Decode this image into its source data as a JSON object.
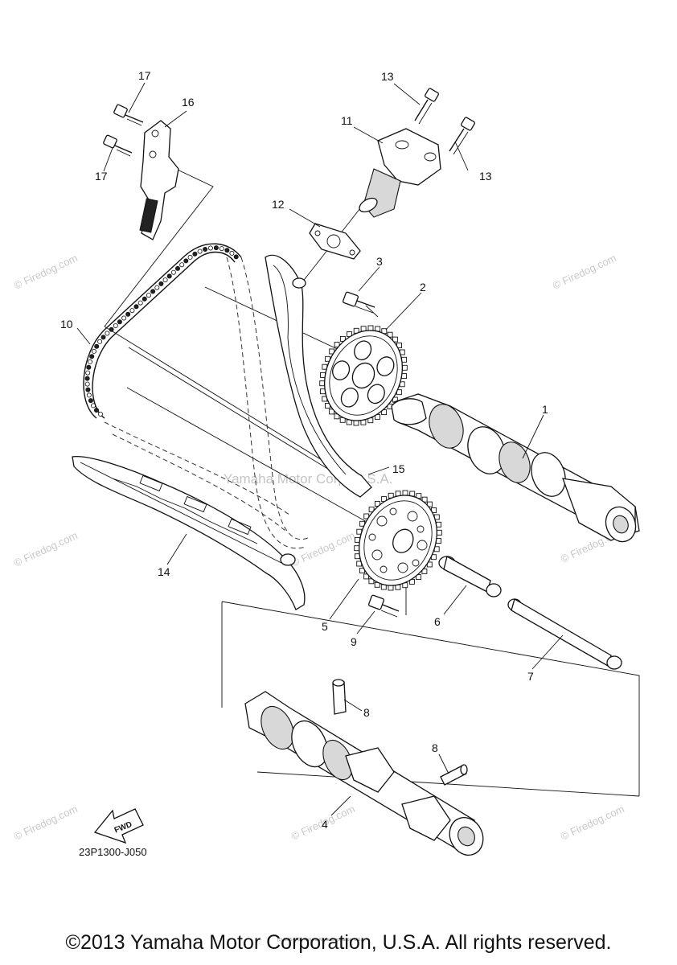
{
  "diagram": {
    "callouts": {
      "p1": "1",
      "p2": "2",
      "p3": "3",
      "p4": "4",
      "p5": "5",
      "p6": "6",
      "p7": "7",
      "p8a": "8",
      "p8b": "8",
      "p9": "9",
      "p10": "10",
      "p11": "11",
      "p12": "12",
      "p13a": "13",
      "p13b": "13",
      "p14": "14",
      "p15": "15",
      "p16": "16",
      "p17a": "17",
      "p17b": "17"
    },
    "diagram_code": "23P1300-J050",
    "fwd_label": "FWD",
    "center_watermark": "Yamaha Motor Corp, U.S.A.",
    "firedog_watermark": "© Firedog.com",
    "tiny_notice": "(c) 2005-2015 Yamaha Motor Corporation, U.S.A."
  },
  "footer": {
    "copyright": "©2013 Yamaha Motor Corporation, U.S.A. All rights reserved."
  },
  "colors": {
    "ink": "#111111",
    "watermark": "#c9c9c9",
    "background": "#ffffff"
  }
}
